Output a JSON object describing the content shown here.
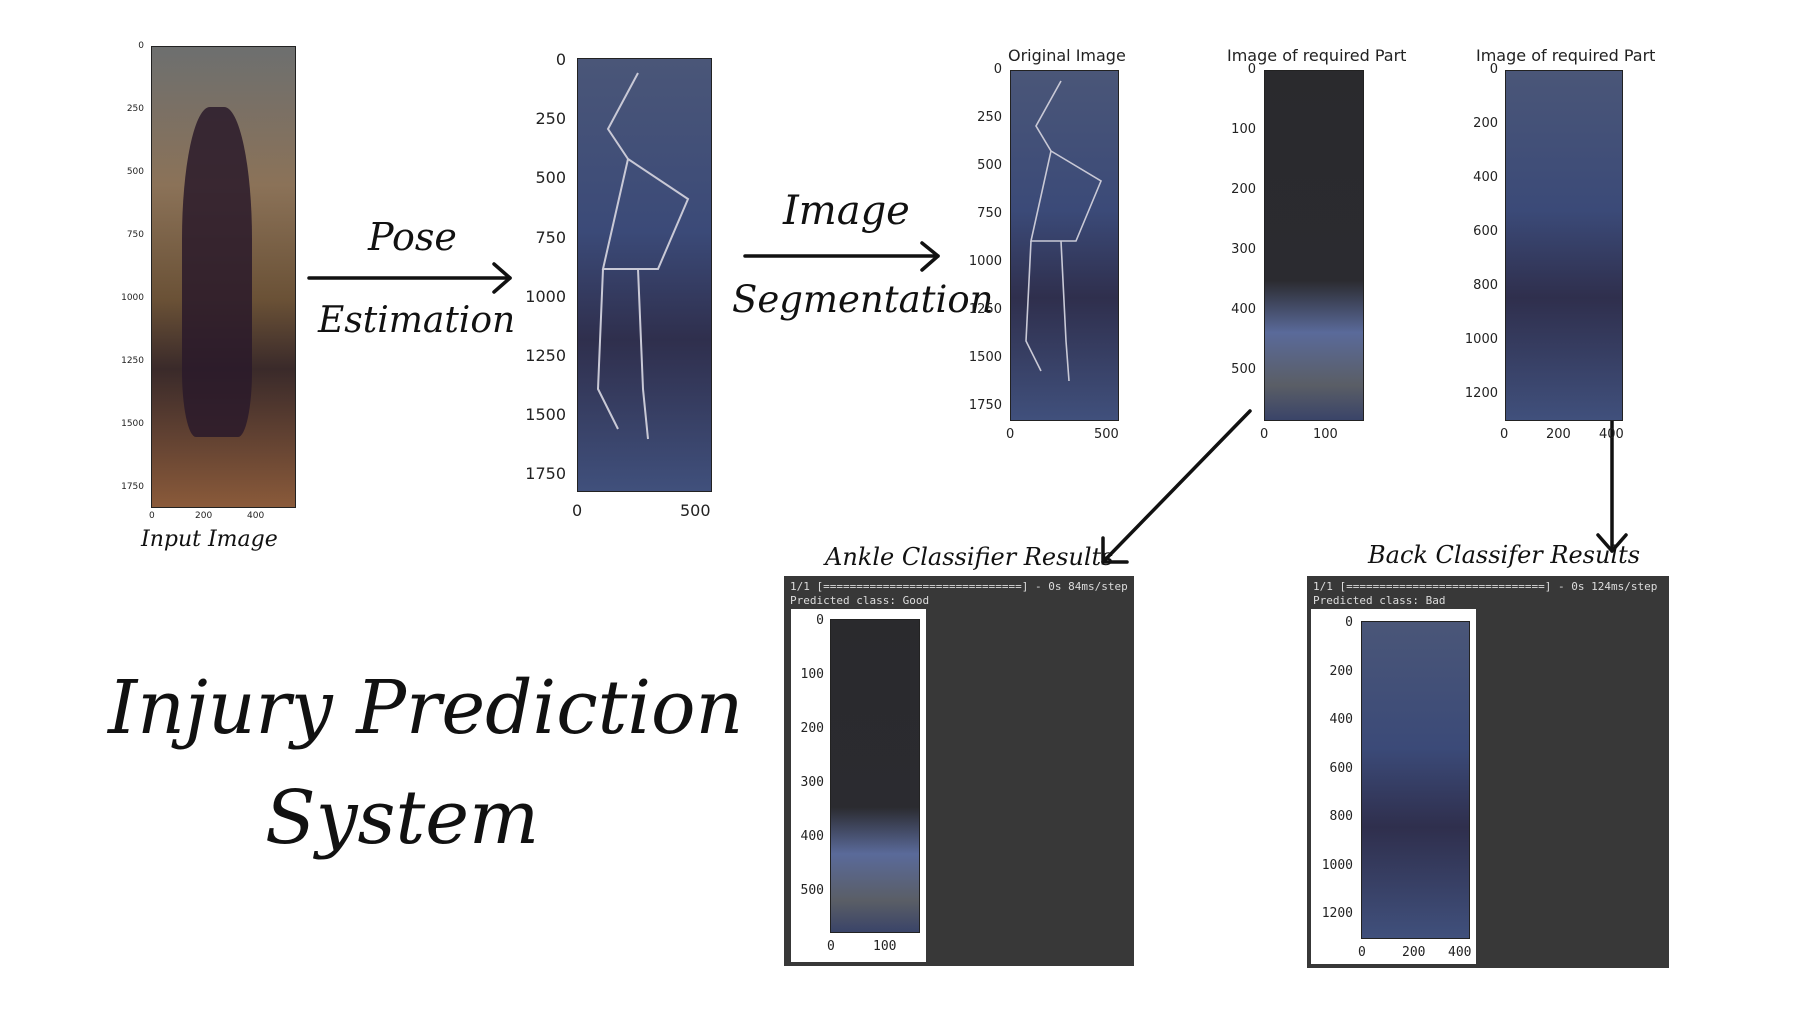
{
  "input": {
    "caption": "Input Image",
    "y_ticks": [
      "0",
      "250",
      "500",
      "750",
      "1000",
      "1250",
      "1500",
      "1750"
    ],
    "x_ticks": [
      "0",
      "200",
      "400"
    ]
  },
  "arrows": {
    "pose_label_1": "Pose",
    "pose_label_2": "Estimation",
    "seg_label_1": "Image",
    "seg_label_2": "Segmentation"
  },
  "pose": {
    "y_ticks": [
      "0",
      "250",
      "500",
      "750",
      "1000",
      "1250",
      "1500",
      "1750"
    ],
    "x_ticks": [
      "0",
      "500"
    ]
  },
  "segmentation": {
    "original": {
      "title": "Original Image",
      "y_ticks": [
        "0",
        "250",
        "500",
        "750",
        "1000",
        "1250",
        "1500",
        "1750"
      ],
      "x_ticks": [
        "0",
        "500"
      ]
    },
    "ankle_part": {
      "title": "Image of required Part",
      "y_ticks": [
        "0",
        "100",
        "200",
        "300",
        "400",
        "500"
      ],
      "x_ticks": [
        "0",
        "100"
      ]
    },
    "back_part": {
      "title": "Image of required Part",
      "y_ticks": [
        "0",
        "200",
        "400",
        "600",
        "800",
        "1000",
        "1200"
      ],
      "x_ticks": [
        "0",
        "200",
        "400"
      ]
    }
  },
  "ankle_results": {
    "label": "Ankle Classifier Results",
    "progress_line": "1/1 [==============================] - 0s 84ms/step",
    "predicted_line": "Predicted class: Good",
    "y_ticks": [
      "0",
      "100",
      "200",
      "300",
      "400",
      "500"
    ],
    "x_ticks": [
      "0",
      "100"
    ]
  },
  "back_results": {
    "label": "Back Classifer Results",
    "progress_line": "1/1 [==============================] - 0s 124ms/step",
    "predicted_line": "Predicted class: Bad",
    "y_ticks": [
      "0",
      "200",
      "400",
      "600",
      "800",
      "1000",
      "1200"
    ],
    "x_ticks": [
      "0",
      "200",
      "400"
    ]
  },
  "title": {
    "line1": "Injury Prediction",
    "line2": "System"
  },
  "colors": {
    "console_bg": "#383838",
    "arrow": "#111111"
  }
}
